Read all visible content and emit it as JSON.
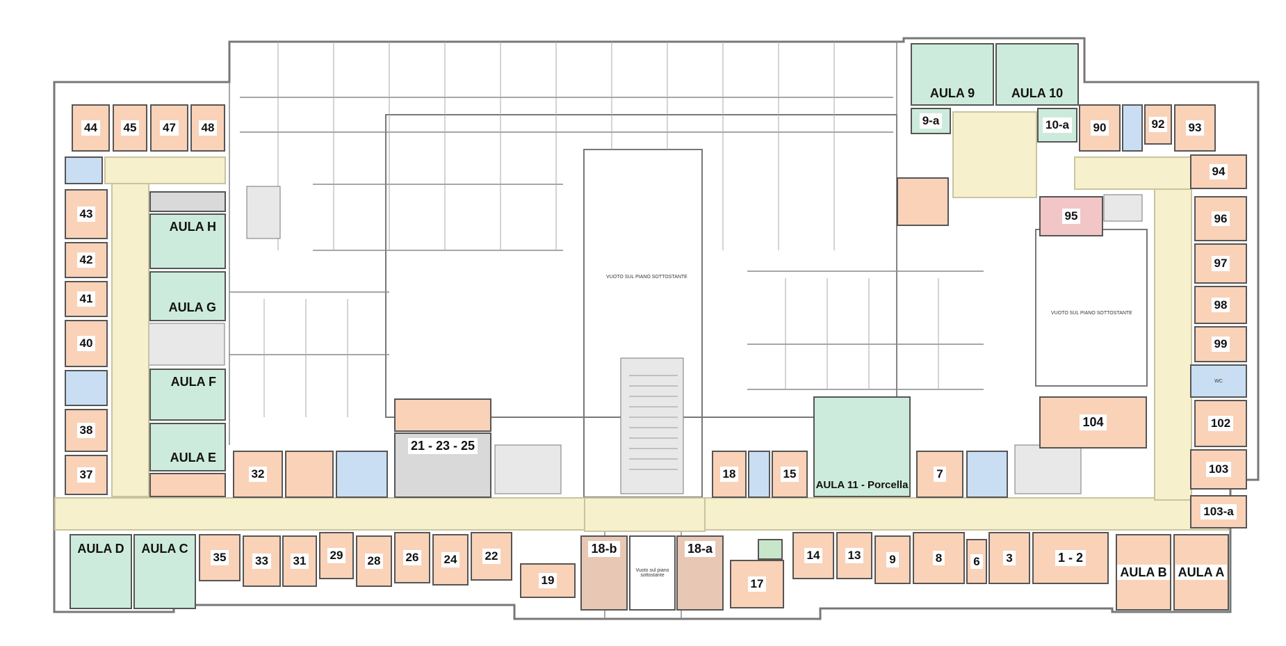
{
  "colors": {
    "office": "#f9d2b8",
    "classroom": "#cdebdc",
    "corridor": "#f6f1cc",
    "service": "#c9def2",
    "special": "#f2c6c6",
    "gray": "#d9d9d9",
    "stair": "#e8e8e8",
    "wall": "#777777"
  },
  "labels": {
    "r44": "44",
    "r45": "45",
    "r47": "47",
    "r48": "48",
    "r43": "43",
    "r42": "42",
    "r41": "41",
    "r40": "40",
    "r38": "38",
    "r37": "37",
    "r35": "35",
    "r33": "33",
    "r31": "31",
    "r29": "29",
    "r28": "28",
    "r26": "26",
    "r24": "24",
    "r22": "22",
    "r32": "32",
    "r21_23_25": "21 - 23 - 25",
    "r19": "19",
    "r18b": "18-b",
    "r18a": "18-a",
    "r18": "18",
    "r17": "17",
    "r15": "15",
    "r14": "14",
    "r13": "13",
    "r9": "9",
    "r8": "8",
    "r7": "7",
    "r6": "6",
    "r3": "3",
    "r1_2": "1 - 2",
    "r9a": "9-a",
    "r10a": "10-a",
    "r90": "90",
    "r92": "92",
    "r93": "93",
    "r94": "94",
    "r95": "95",
    "r96": "96",
    "r97": "97",
    "r98": "98",
    "r99": "99",
    "r102": "102",
    "r103": "103",
    "r103a": "103-a",
    "r104": "104",
    "aula_a": "AULA A",
    "aula_b": "AULA B",
    "aula_c": "AULA C",
    "aula_d": "AULA D",
    "aula_e": "AULA E",
    "aula_f": "AULA F",
    "aula_g": "AULA G",
    "aula_h": "AULA H",
    "aula_9": "AULA 9",
    "aula_10": "AULA 10",
    "aula_11": "AULA 11 - Porcella"
  },
  "notes": {
    "void_center": "VUOTO SUL PIANO SOTTOSTANTE",
    "void_right": "VUOTO SUL PIANO SOTTOSTANTE",
    "void_bottom": "Vuoto sul piano sottostante",
    "wc": "WC"
  }
}
